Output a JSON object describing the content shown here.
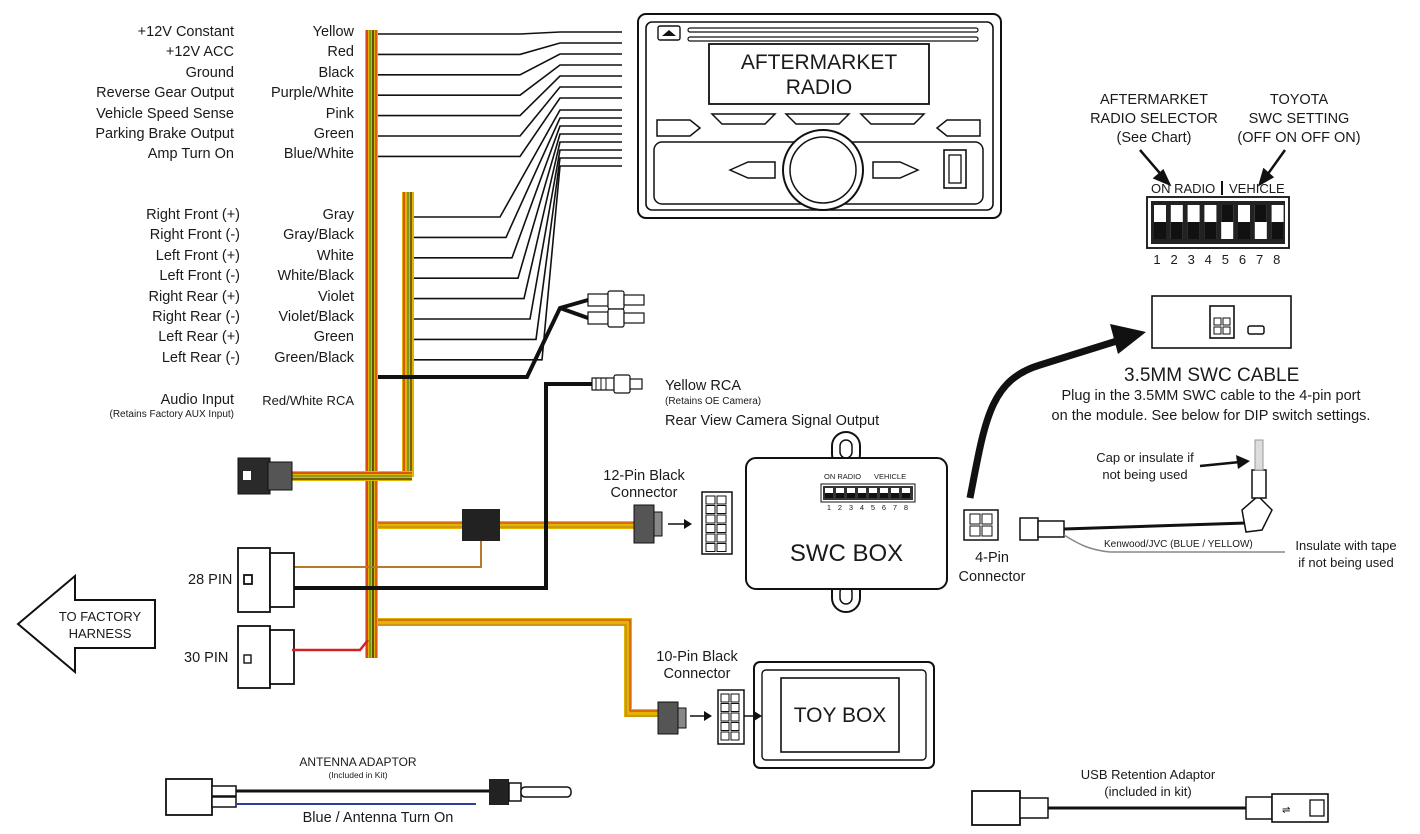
{
  "wire_rows": [
    {
      "function": "+12V Constant",
      "color": "Yellow",
      "wire_color": "#e2b400"
    },
    {
      "function": "+12V ACC",
      "color": "Red",
      "wire_color": "#d22323"
    },
    {
      "function": "Ground",
      "color": "Black",
      "wire_color": "#111111"
    },
    {
      "function": "Reverse Gear Output",
      "color": "Purple/White",
      "wire_color": "#7a3c9a"
    },
    {
      "function": "Vehicle Speed Sense",
      "color": "Pink",
      "wire_color": "#e67fb0"
    },
    {
      "function": "Parking Brake Output",
      "color": "Green",
      "wire_color": "#2e8b3a"
    },
    {
      "function": "Amp Turn On",
      "color": "Blue/White",
      "wire_color": "#2c55b5"
    }
  ],
  "speaker_rows": [
    {
      "function": "Right Front (+)",
      "color": "Gray"
    },
    {
      "function": "Right Front (-)",
      "color": "Gray/Black"
    },
    {
      "function": "Left Front (+)",
      "color": "White"
    },
    {
      "function": "Left Front (-)",
      "color": "White/Black"
    },
    {
      "function": "Right Rear (+)",
      "color": "Violet"
    },
    {
      "function": "Right Rear (-)",
      "color": "Violet/Black"
    },
    {
      "function": "Left Rear (+)",
      "color": "Green"
    },
    {
      "function": "Left Rear (-)",
      "color": "Green/Black"
    }
  ],
  "audio_input": {
    "label": "Audio Input",
    "note": "(Retains Factory AUX Input)",
    "color": "Red/White RCA"
  },
  "radio": {
    "line1": "AFTERMARKET",
    "line2": "RADIO"
  },
  "selector": {
    "left_lines": [
      "AFTERMARKET",
      "RADIO SELECTOR",
      "(See Chart)"
    ],
    "right_lines": [
      "TOYOTA",
      "SWC SETTING",
      "(OFF  ON  OFF  ON)"
    ],
    "on_radio": "ON RADIO",
    "vehicle": "VEHICLE",
    "numbers": [
      "1",
      "2",
      "3",
      "4",
      "5",
      "6",
      "7",
      "8"
    ],
    "switch_on": [
      false,
      false,
      false,
      false,
      true,
      false,
      true,
      false
    ]
  },
  "swc_cable": {
    "title": "3.5MM SWC CABLE",
    "desc1": "Plug in the 3.5MM SWC cable to the 4-pin port",
    "desc2": "on the module. See below for DIP switch settings."
  },
  "yellow_rca": {
    "label": "Yellow RCA",
    "note": "(Retains OE Camera)",
    "desc": "Rear View Camera Signal Output"
  },
  "cap_note": {
    "line1": "Cap or insulate if",
    "line2": "not being used"
  },
  "kenwood": "Kenwood/JVC (BLUE / YELLOW)",
  "insulate": {
    "line1": "Insulate with tape",
    "line2": "if not being used"
  },
  "connector_12pin": {
    "line1": "12-Pin Black",
    "line2": "Connector"
  },
  "connector_10pin": {
    "line1": "10-Pin Black",
    "line2": "Connector"
  },
  "connector_4pin": {
    "line1": "4-Pin",
    "line2": "Connector"
  },
  "swc_box": {
    "label": "SWC BOX",
    "on_radio": "ON RADIO",
    "vehicle": "VEHICLE",
    "numbers": [
      "1",
      "2",
      "3",
      "4",
      "5",
      "6",
      "7",
      "8"
    ]
  },
  "toy_box": "TOY BOX",
  "pin28": "28 PIN",
  "pin30": "30 PIN",
  "factory": {
    "line1": "TO FACTORY",
    "line2": "HARNESS"
  },
  "antenna": {
    "title": "ANTENNA ADAPTOR",
    "note": "(Included in Kit)",
    "blue": "Blue / Antenna Turn On"
  },
  "usb": {
    "line1": "USB Retention Adaptor",
    "line2": "(included in kit)"
  }
}
